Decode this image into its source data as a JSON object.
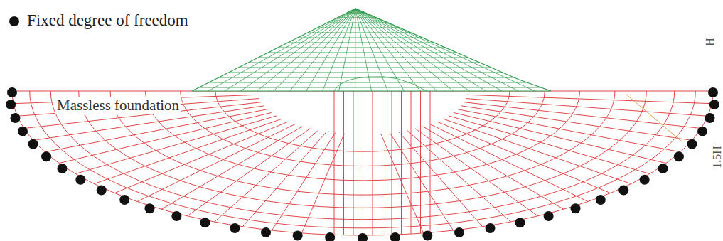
{
  "diagram": {
    "labels": [
      "Massless foundation",
      "H",
      "1.5H"
    ],
    "legend": [
      {
        "text": "Fixed degree of freedom"
      }
    ]
  }
}
